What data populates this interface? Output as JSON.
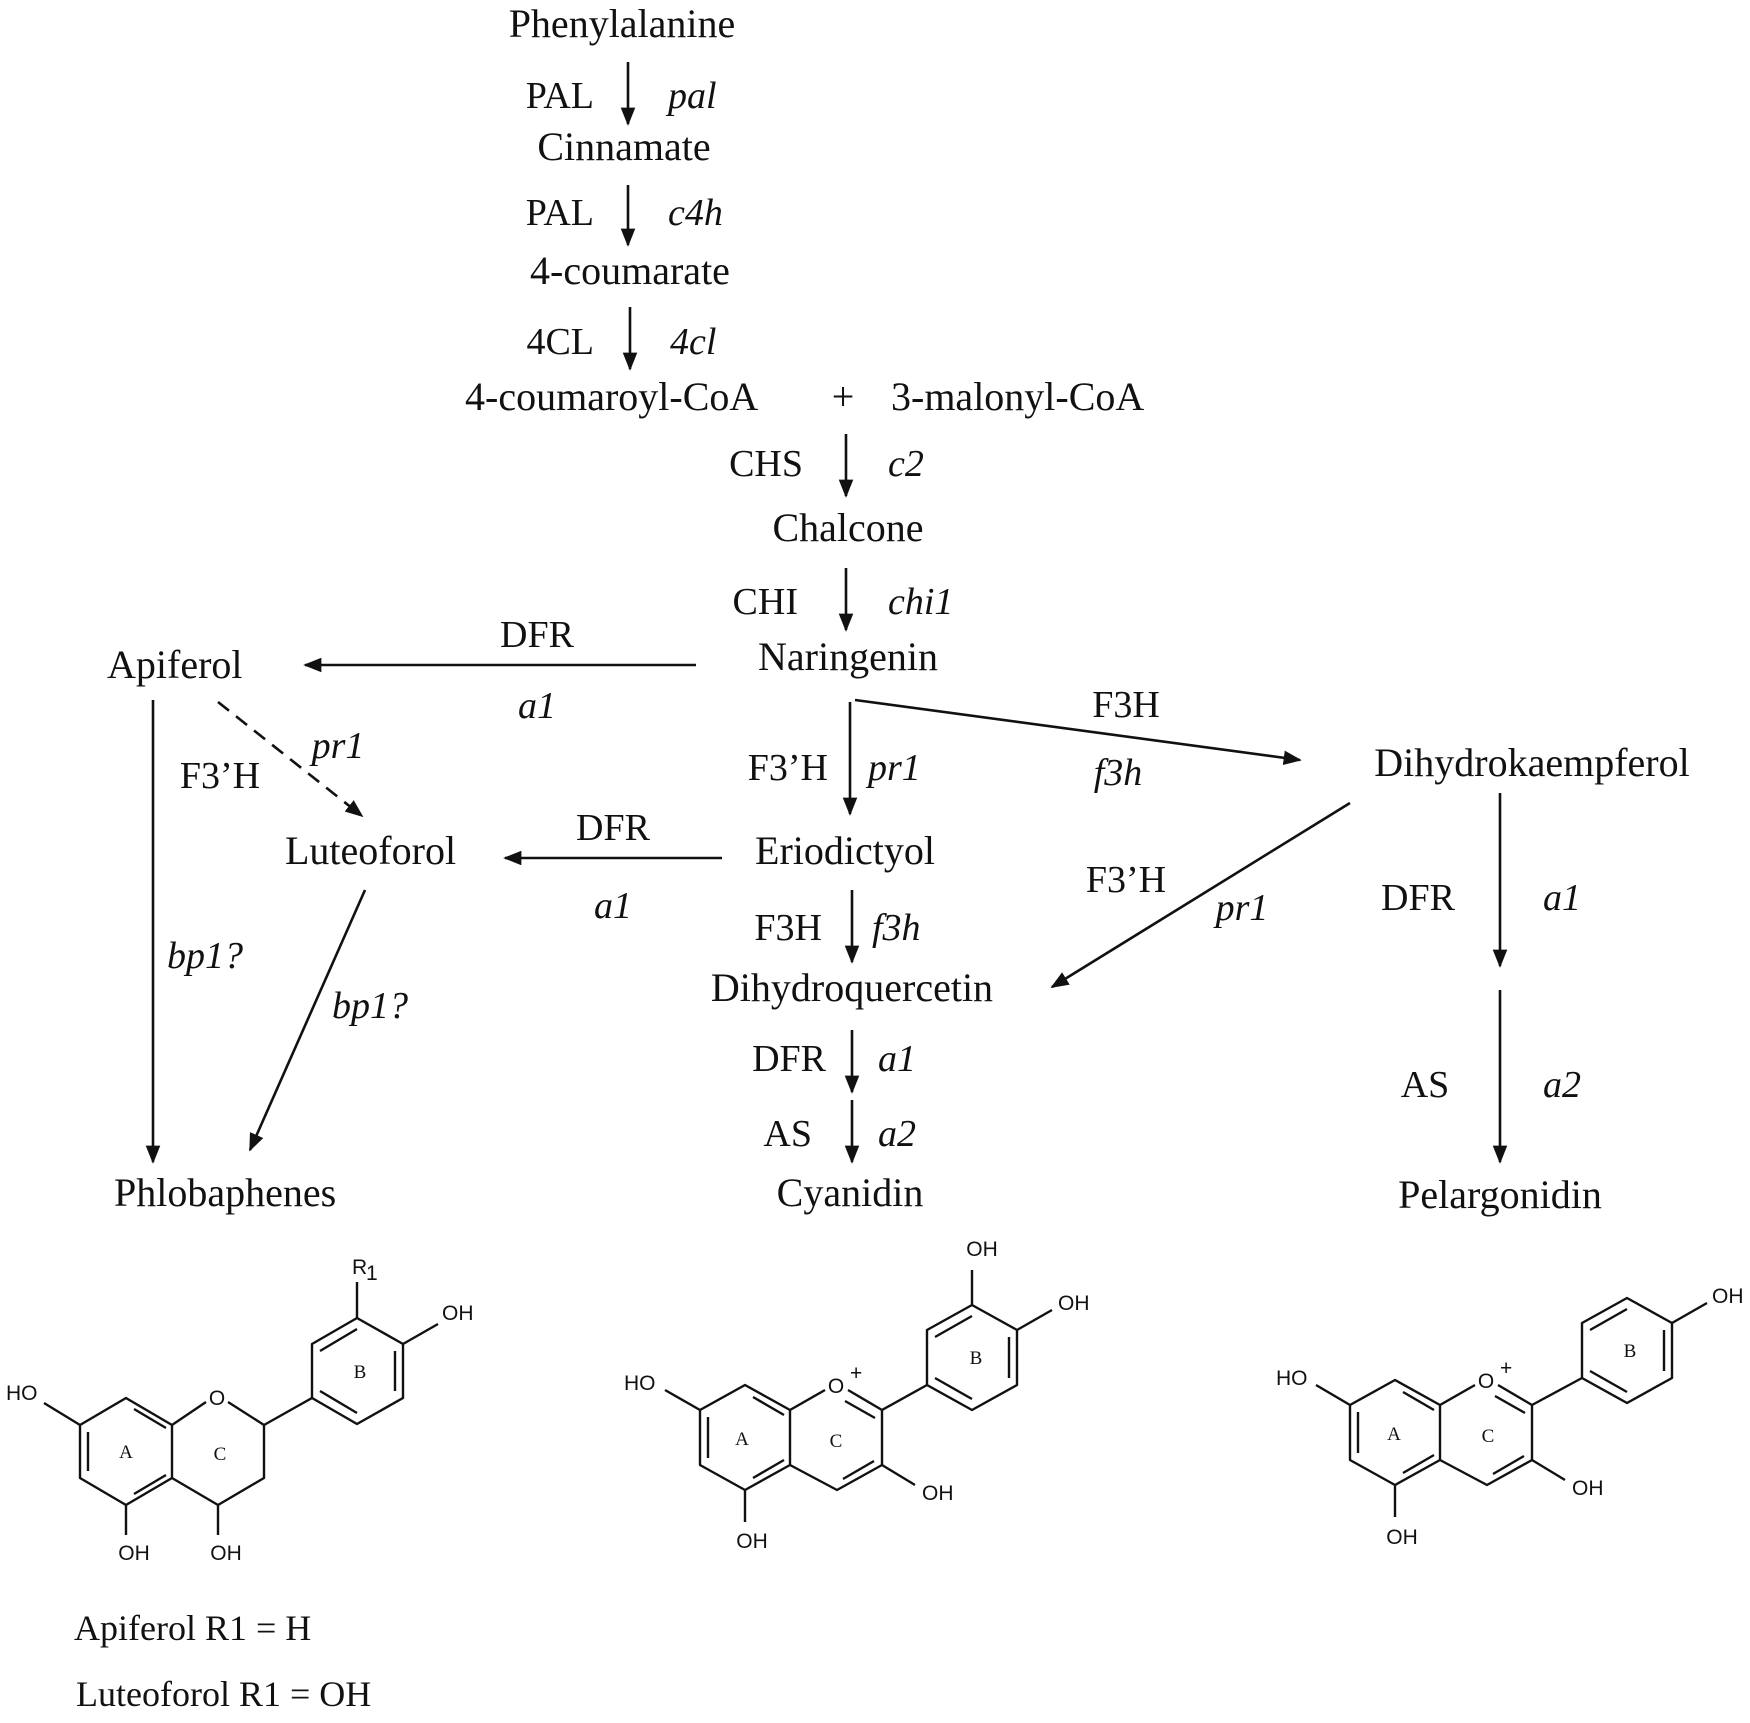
{
  "compounds": {
    "phenylalanine": "Phenylalanine",
    "cinnamate": "Cinnamate",
    "coumarate": "4-coumarate",
    "coumaroyl_coa": "4-coumaroyl-CoA",
    "plus": "+",
    "malonyl_coa": "3-malonyl-CoA",
    "chalcone": "Chalcone",
    "naringenin": "Naringenin",
    "apiferol": "Apiferol",
    "luteoforol": "Luteoforol",
    "eriodictyol": "Eriodictyol",
    "dihydrokaempferol": "Dihydrokaempferol",
    "dihydroquercetin": "Dihydroquercetin",
    "phlobaphenes": "Phlobaphenes",
    "cyanidin": "Cyanidin",
    "pelargonidin": "Pelargonidin"
  },
  "steps": {
    "phe_cin": {
      "enzyme": "PAL",
      "gene": "pal"
    },
    "cin_cou": {
      "enzyme": "PAL",
      "gene": "c4h"
    },
    "cou_coa": {
      "enzyme": "4CL",
      "gene": "4cl"
    },
    "coa_chal": {
      "enzyme": "CHS",
      "gene": "c2"
    },
    "chal_nar": {
      "enzyme": "CHI",
      "gene": "chi1"
    },
    "nar_api": {
      "enzyme": "DFR",
      "gene": "a1"
    },
    "nar_erio": {
      "enzyme": "F3’H",
      "gene": "pr1"
    },
    "nar_dhk": {
      "enzyme": "F3H",
      "gene": "f3h"
    },
    "api_lut": {
      "enzyme": "F3’H",
      "gene": "pr1"
    },
    "erio_lut": {
      "enzyme": "DFR",
      "gene": "a1"
    },
    "erio_dhq": {
      "enzyme": "F3H",
      "gene": "f3h"
    },
    "dhk_dhq": {
      "enzyme": "F3’H",
      "gene": "pr1"
    },
    "dhk_pel1": {
      "enzyme": "DFR",
      "gene": "a1"
    },
    "dhk_pel2": {
      "enzyme": "AS",
      "gene": "a2"
    },
    "dhq_cya1": {
      "enzyme": "DFR",
      "gene": "a1"
    },
    "dhq_cya2": {
      "enzyme": "AS",
      "gene": "a2"
    },
    "api_phlob": {
      "gene": "bp1?"
    },
    "lut_phlob": {
      "gene": "bp1?"
    }
  },
  "structures": {
    "flavan": {
      "r1": "R",
      "r1_sub": "1",
      "oh_b": "OH",
      "ho_a": "HO",
      "o_ring": "O",
      "oh_5": "OH",
      "oh_4": "OH",
      "ring_a": "A",
      "ring_b": "B",
      "ring_c": "C"
    },
    "cyanidin": {
      "oh_3p": "OH",
      "oh_4p": "OH",
      "ho_7": "HO",
      "o_plus": "O",
      "plus": "+",
      "oh_3": "OH",
      "oh_5": "OH",
      "ring_a": "A",
      "ring_b": "B",
      "ring_c": "C"
    },
    "pelargonidin": {
      "oh_4p": "OH",
      "ho_7": "HO",
      "o_plus": "O",
      "plus": "+",
      "oh_3": "OH",
      "oh_5": "OH",
      "ring_a": "A",
      "ring_b": "B",
      "ring_c": "C"
    }
  },
  "captions": {
    "apiferol": "Apiferol R1 = H",
    "luteoforol": "Luteoforol R1 = OH"
  }
}
